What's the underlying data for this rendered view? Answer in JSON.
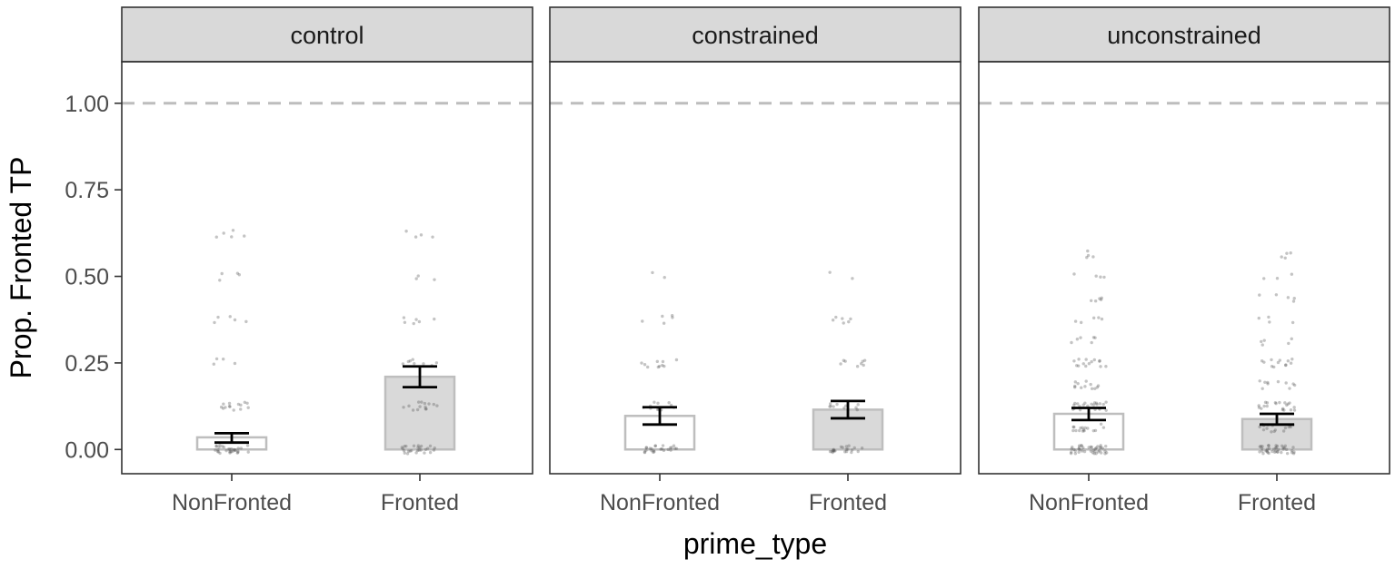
{
  "chart_data": {
    "type": "bar",
    "facets": [
      {
        "label": "control",
        "groups": [
          {
            "category": "NonFronted",
            "mean": 0.035,
            "ci": [
              0.02,
              0.047
            ],
            "fill": "none",
            "points": [
              {
                "y": 0.0,
                "n": 30
              },
              {
                "y": 0.125,
                "n": 14
              },
              {
                "y": 0.25,
                "n": 4
              },
              {
                "y": 0.375,
                "n": 5
              },
              {
                "y": 0.5,
                "n": 4
              },
              {
                "y": 0.625,
                "n": 5
              }
            ]
          },
          {
            "category": "Fronted",
            "mean": 0.21,
            "ci": [
              0.18,
              0.24
            ],
            "fill": "grey",
            "points": [
              {
                "y": 0.0,
                "n": 26
              },
              {
                "y": 0.125,
                "n": 14
              },
              {
                "y": 0.25,
                "n": 8
              },
              {
                "y": 0.375,
                "n": 6
              },
              {
                "y": 0.5,
                "n": 3
              },
              {
                "y": 0.625,
                "n": 4
              }
            ]
          }
        ]
      },
      {
        "label": "constrained",
        "groups": [
          {
            "category": "NonFronted",
            "mean": 0.097,
            "ci": [
              0.072,
              0.122
            ],
            "fill": "none",
            "points": [
              {
                "y": 0.0,
                "n": 24
              },
              {
                "y": 0.125,
                "n": 12
              },
              {
                "y": 0.25,
                "n": 10
              },
              {
                "y": 0.375,
                "n": 5
              },
              {
                "y": 0.5,
                "n": 2
              }
            ]
          },
          {
            "category": "Fronted",
            "mean": 0.115,
            "ci": [
              0.09,
              0.14
            ],
            "fill": "grey",
            "points": [
              {
                "y": 0.0,
                "n": 22
              },
              {
                "y": 0.125,
                "n": 10
              },
              {
                "y": 0.25,
                "n": 8
              },
              {
                "y": 0.375,
                "n": 6
              },
              {
                "y": 0.5,
                "n": 2
              }
            ]
          }
        ]
      },
      {
        "label": "unconstrained",
        "groups": [
          {
            "category": "NonFronted",
            "mean": 0.103,
            "ci": [
              0.085,
              0.12
            ],
            "fill": "none",
            "points": [
              {
                "y": 0.0,
                "n": 40
              },
              {
                "y": 0.0625,
                "n": 16
              },
              {
                "y": 0.125,
                "n": 22
              },
              {
                "y": 0.1875,
                "n": 12
              },
              {
                "y": 0.25,
                "n": 14
              },
              {
                "y": 0.3125,
                "n": 6
              },
              {
                "y": 0.375,
                "n": 5
              },
              {
                "y": 0.4375,
                "n": 5
              },
              {
                "y": 0.5,
                "n": 4
              },
              {
                "y": 0.5625,
                "n": 4
              }
            ]
          },
          {
            "category": "Fronted",
            "mean": 0.088,
            "ci": [
              0.072,
              0.103
            ],
            "fill": "grey",
            "points": [
              {
                "y": 0.0,
                "n": 40
              },
              {
                "y": 0.0625,
                "n": 16
              },
              {
                "y": 0.125,
                "n": 20
              },
              {
                "y": 0.1875,
                "n": 10
              },
              {
                "y": 0.25,
                "n": 12
              },
              {
                "y": 0.3125,
                "n": 5
              },
              {
                "y": 0.375,
                "n": 4
              },
              {
                "y": 0.4375,
                "n": 5
              },
              {
                "y": 0.5,
                "n": 3
              },
              {
                "y": 0.5625,
                "n": 4
              }
            ]
          }
        ]
      }
    ],
    "categories": [
      "NonFronted",
      "Fronted"
    ],
    "xlabel": "prime_type",
    "ylabel": "Prop. Fronted TP",
    "ylim": [
      -0.07,
      1.12
    ],
    "yticks": [
      0.0,
      0.25,
      0.5,
      0.75,
      1.0
    ],
    "ytick_labels": [
      "0.00",
      "0.25",
      "0.50",
      "0.75",
      "1.00"
    ],
    "reference_line": 1.0,
    "colors": {
      "bar_fill": "#d9d9d9",
      "bar_outline": "#bebebe",
      "strip": "#d9d9d9",
      "reference": "#bdbdbd",
      "points": "#555555"
    }
  }
}
